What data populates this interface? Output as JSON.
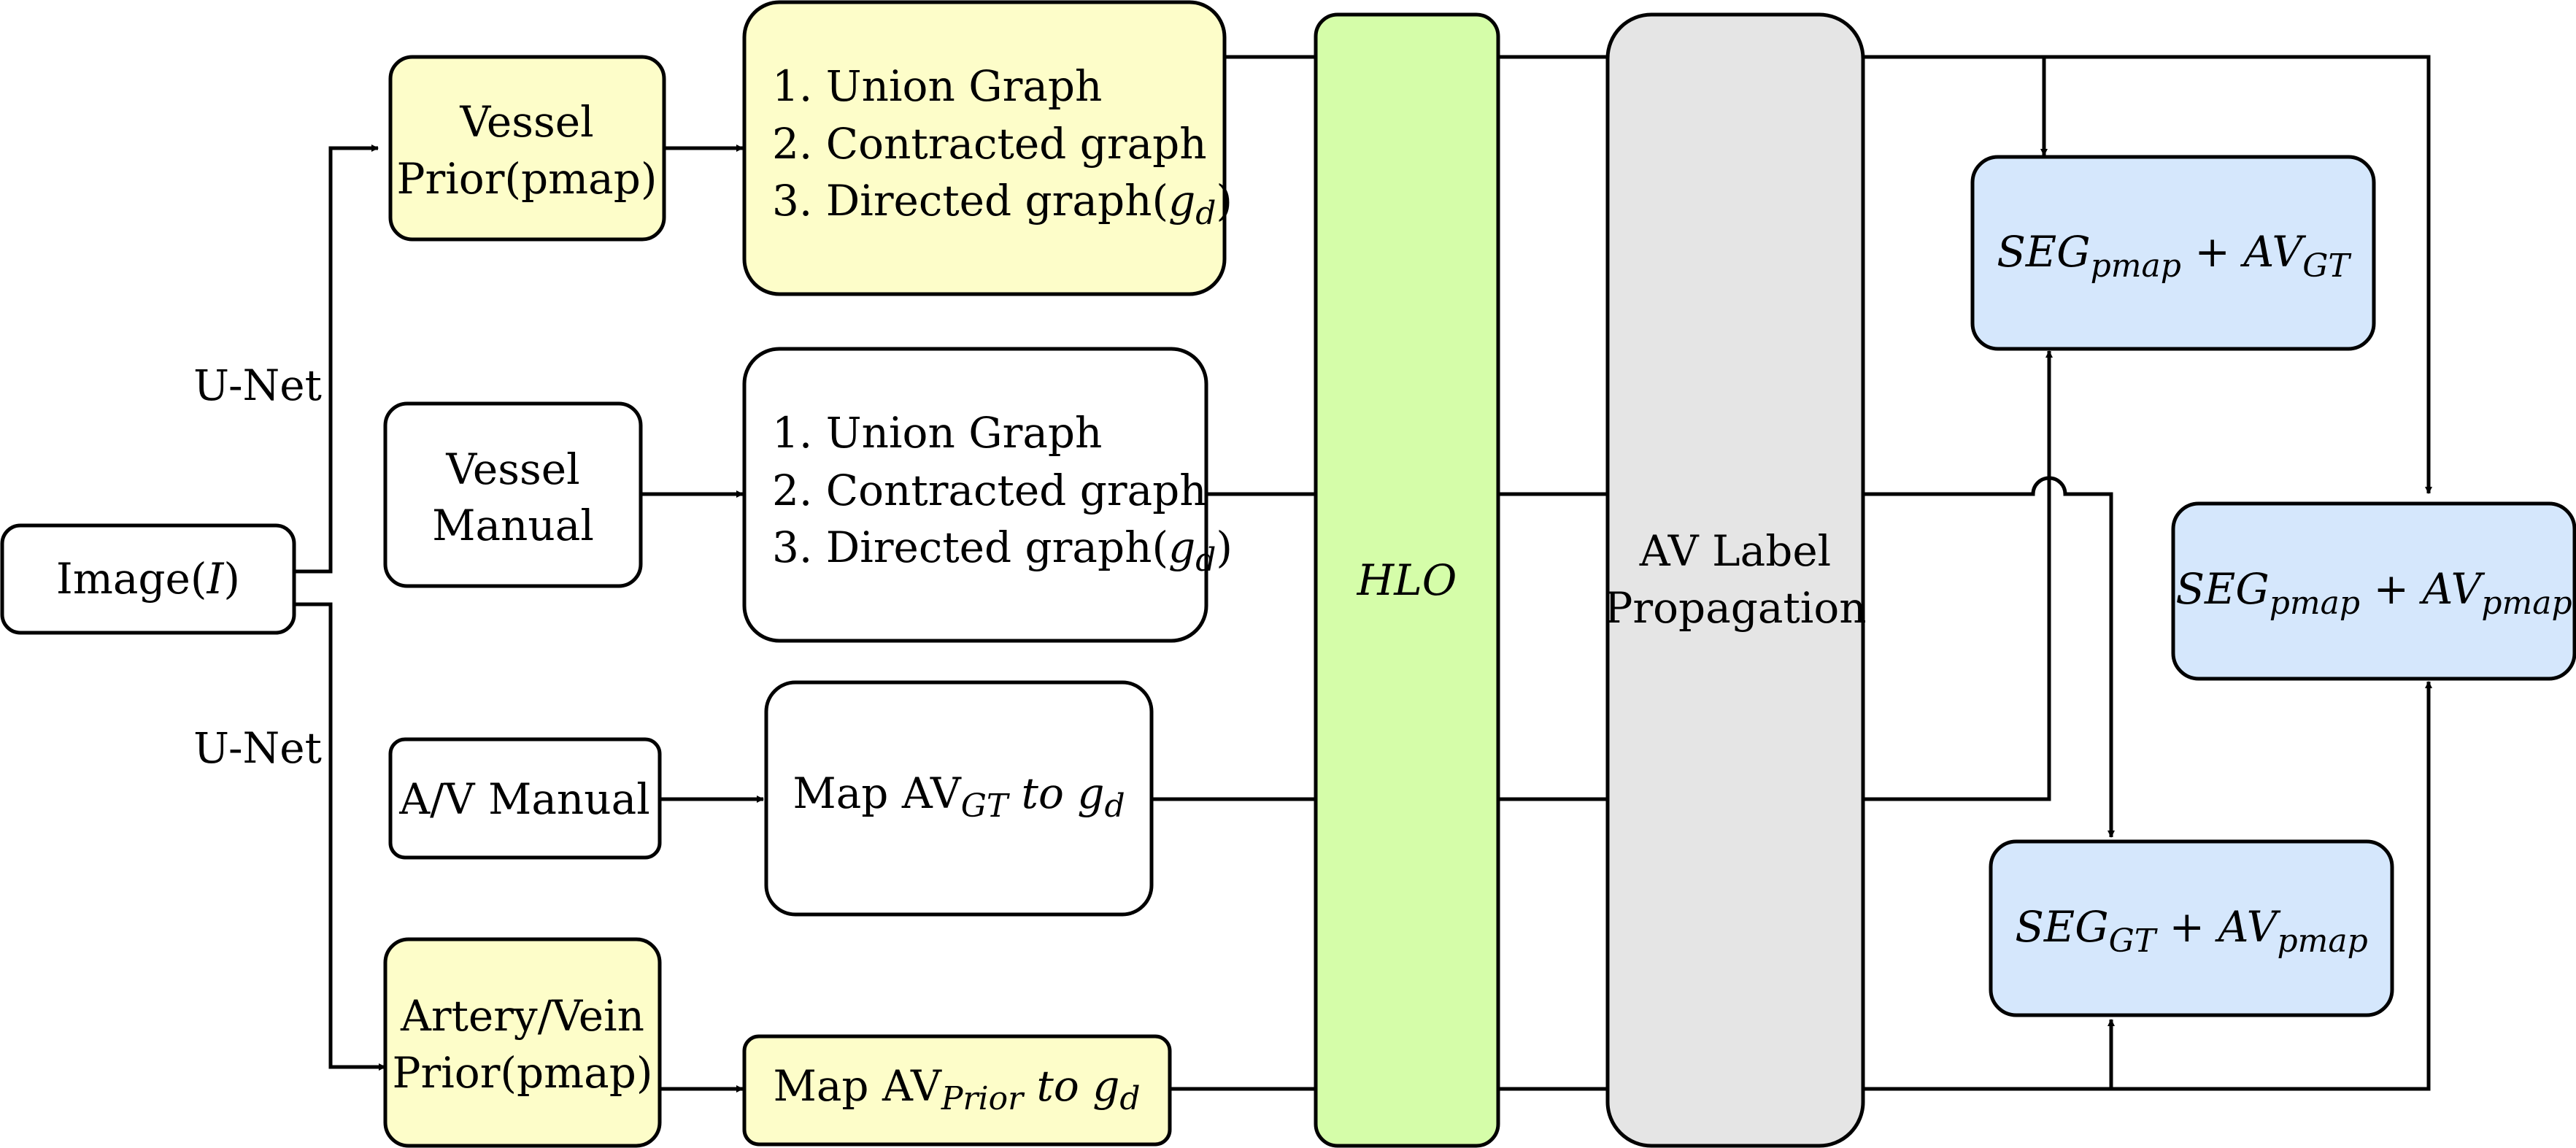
{
  "colors": {
    "prior_fill": "#fdfdc9",
    "manual_fill": "#ffffff",
    "hlo_fill": "#d5fda9",
    "propagation_fill": "#e5e5e5",
    "output_fill": "#d5e7fc",
    "stroke": "#000000"
  },
  "edge_labels": {
    "unet_top": "U-Net",
    "unet_bottom": "U-Net"
  },
  "nodes": {
    "image": {
      "text": "Image(",
      "var": "I",
      "close": ")"
    },
    "vessel_prior": {
      "line1": "Vessel",
      "line2": "Prior(pmap)"
    },
    "vessel_manual": {
      "line1": "Vessel",
      "line2": "Manual"
    },
    "av_manual": {
      "text": "A/V Manual"
    },
    "av_prior": {
      "line1": "Artery/Vein",
      "line2": "Prior(pmap)"
    },
    "graph_prior": {
      "item1": "1. Union Graph",
      "item2": "2. Contracted graph",
      "item3": "3. Directed graph(",
      "item3_var": "g",
      "item3_sub": "d",
      "item3_close": ")"
    },
    "graph_manual": {
      "item1": "1. Union Graph",
      "item2": "2. Contracted graph",
      "item3": "3. Directed graph(",
      "item3_var": "g",
      "item3_sub": "d",
      "item3_close": ")"
    },
    "map_av_gt": {
      "text": "Map AV",
      "sub": "GT",
      "rest": " to g",
      "sub2": "d"
    },
    "map_av_prior": {
      "text": "Map AV",
      "sub": "Prior",
      "rest": " to g",
      "sub2": "d"
    },
    "hlo": {
      "text": "HLO"
    },
    "av_propagation": {
      "line1": "AV Label",
      "line2": "Propagation"
    },
    "out_seg_pmap_av_gt": {
      "a": "SEG",
      "a_sub": "pmap",
      "plus": " + ",
      "b": "AV",
      "b_sub": "GT"
    },
    "out_seg_pmap_av_pmap": {
      "a": "SEG",
      "a_sub": "pmap",
      "plus": " + ",
      "b": "AV",
      "b_sub": "pmap"
    },
    "out_seg_gt_av_pmap": {
      "a": "SEG",
      "a_sub": "GT",
      "plus": " + ",
      "b": "AV",
      "b_sub": "pmap"
    }
  }
}
